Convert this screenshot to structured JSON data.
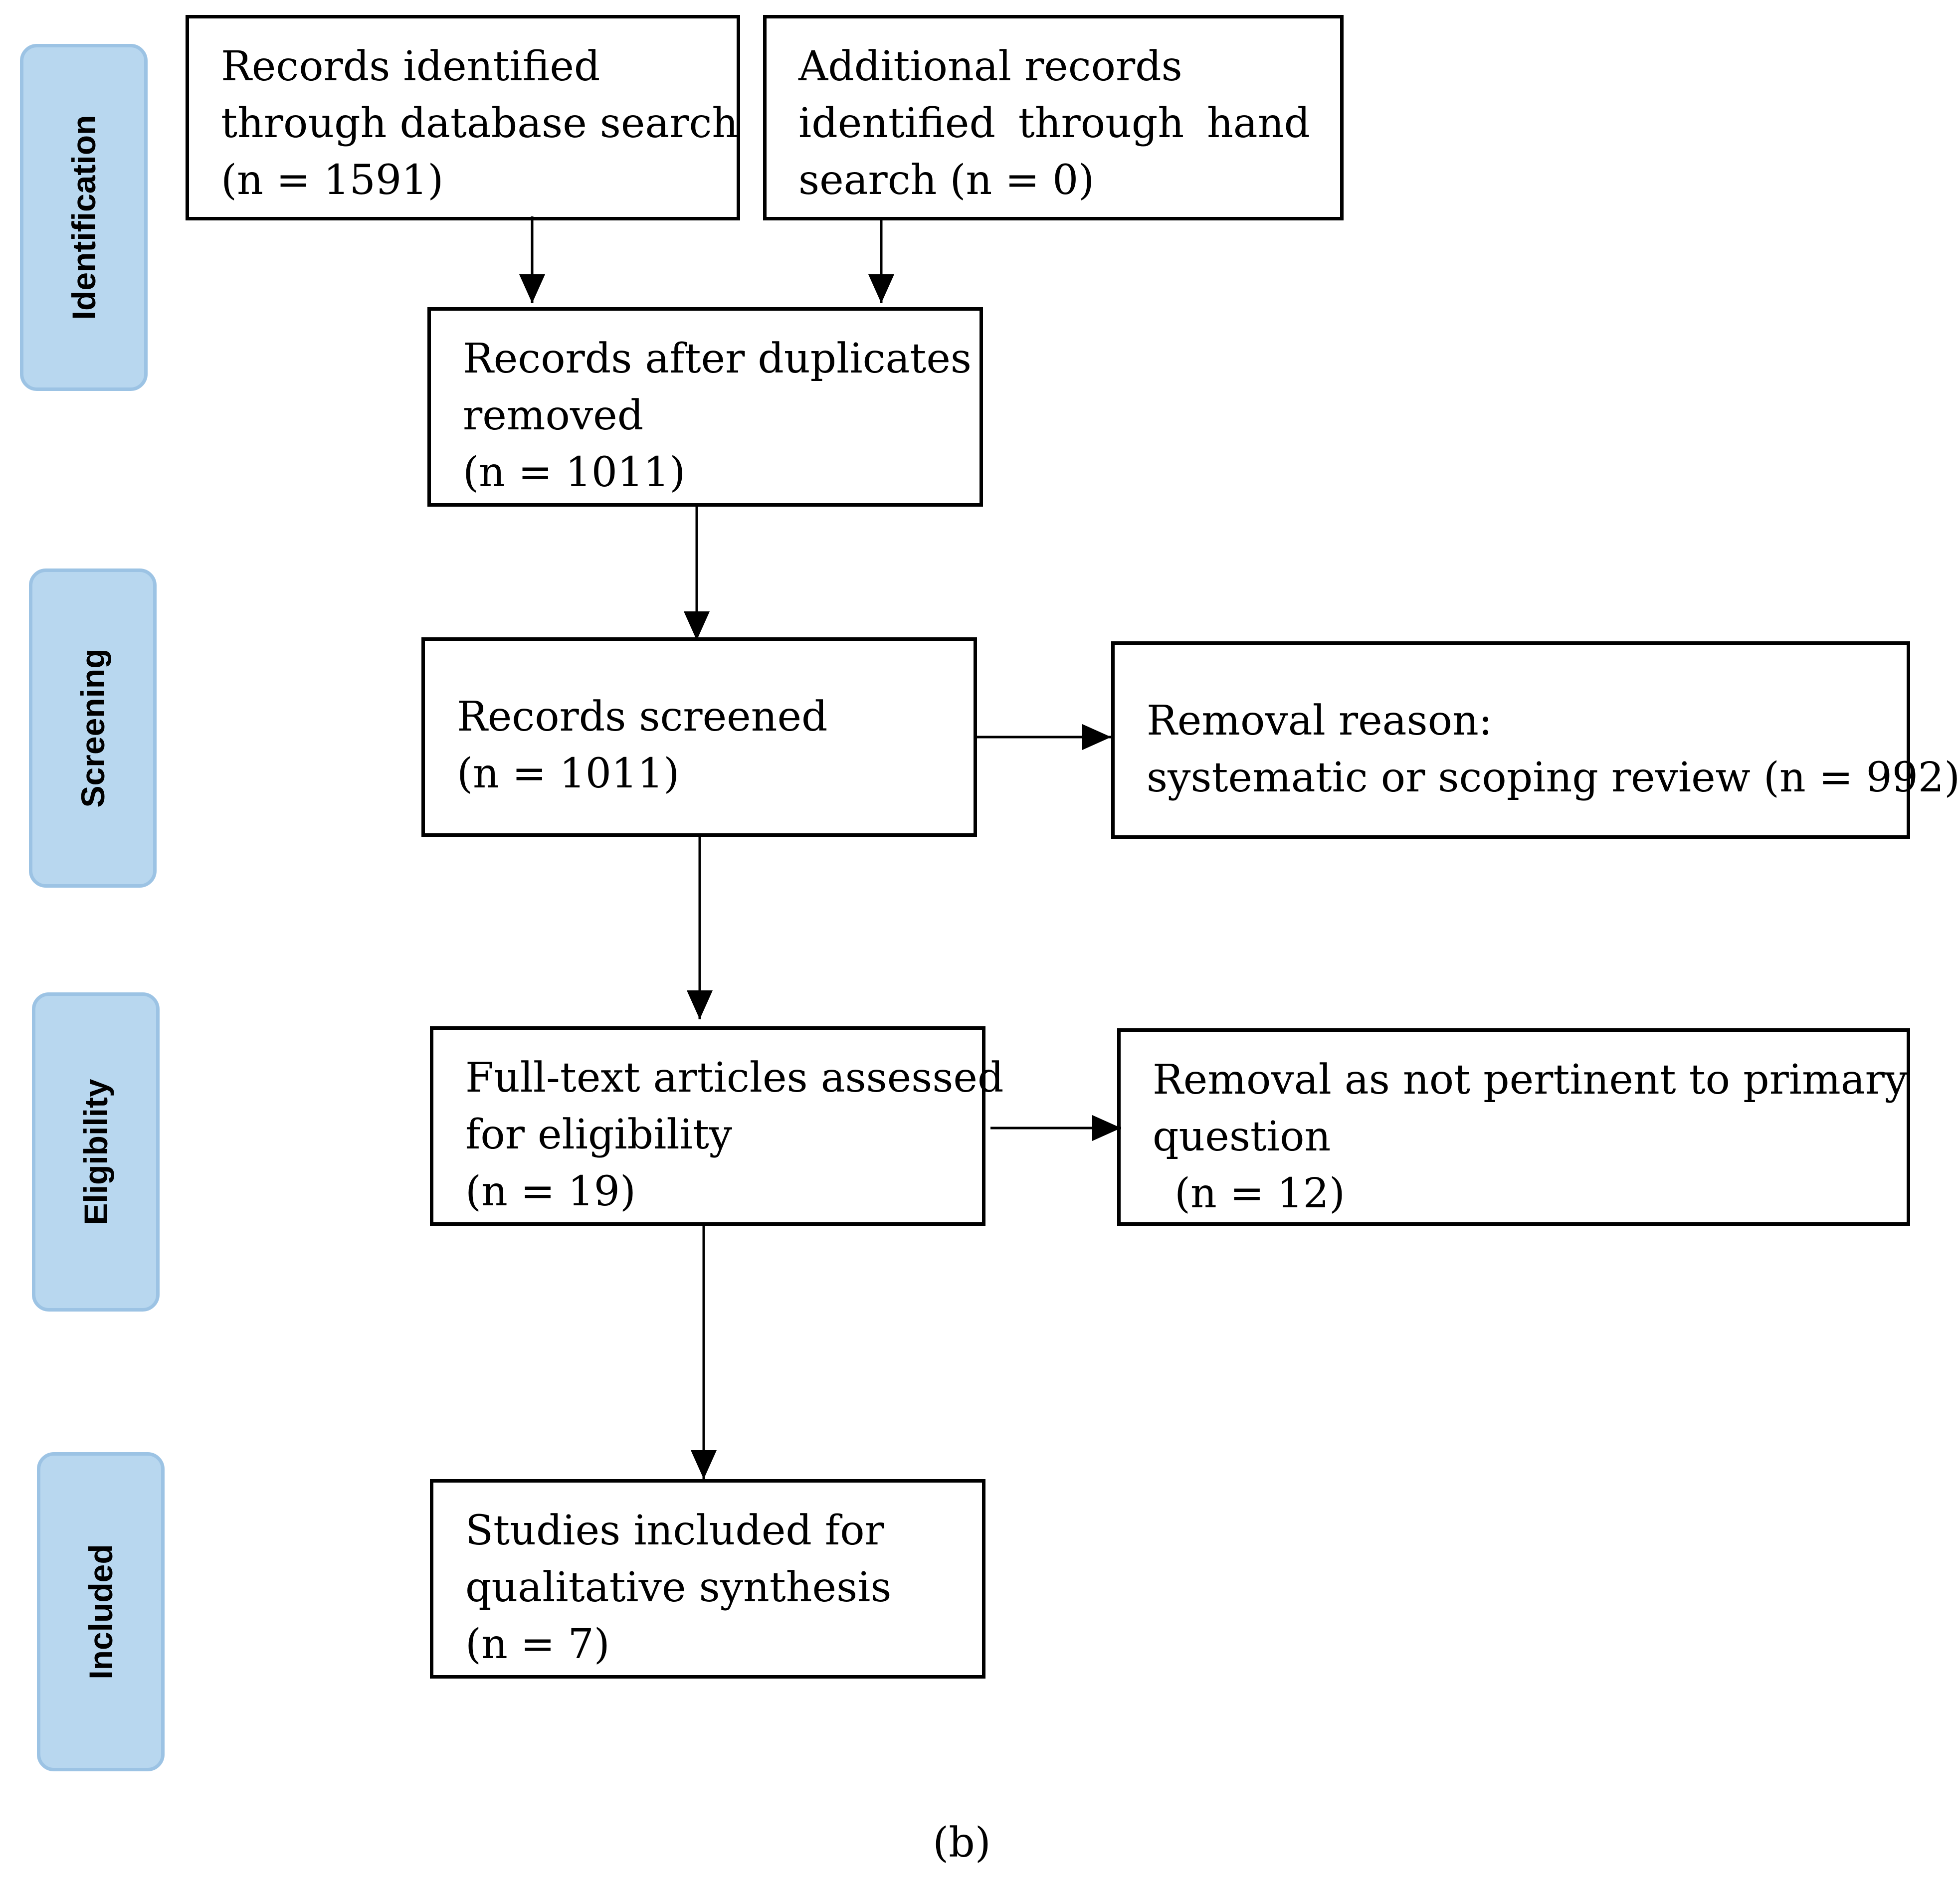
{
  "stages": {
    "identification": "Identification",
    "screening": "Screening",
    "eligibility": "Eligibility",
    "included": "Included"
  },
  "boxes": {
    "database_search": [
      "Records identified",
      "through database search",
      "(n = 1591)"
    ],
    "hand_search": [
      "Additional records",
      "identified through hand",
      "search (n = 0)"
    ],
    "duplicates_removed": [
      "Records after duplicates",
      "removed",
      "(n = 1011)"
    ],
    "records_screened": [
      "Records screened",
      "(n = 1011)"
    ],
    "removal_reason": [
      "Removal reason:",
      "systematic or scoping review (n = 992)"
    ],
    "full_text": [
      "Full-text articles assessed",
      "for eligibility",
      "(n = 19)"
    ],
    "not_pertinent": [
      "Removal as not pertinent to primary",
      "question",
      "(n = 12)"
    ],
    "included": [
      "Studies included for",
      "qualitative synthesis",
      "(n = 7)"
    ]
  },
  "caption": "(b)"
}
